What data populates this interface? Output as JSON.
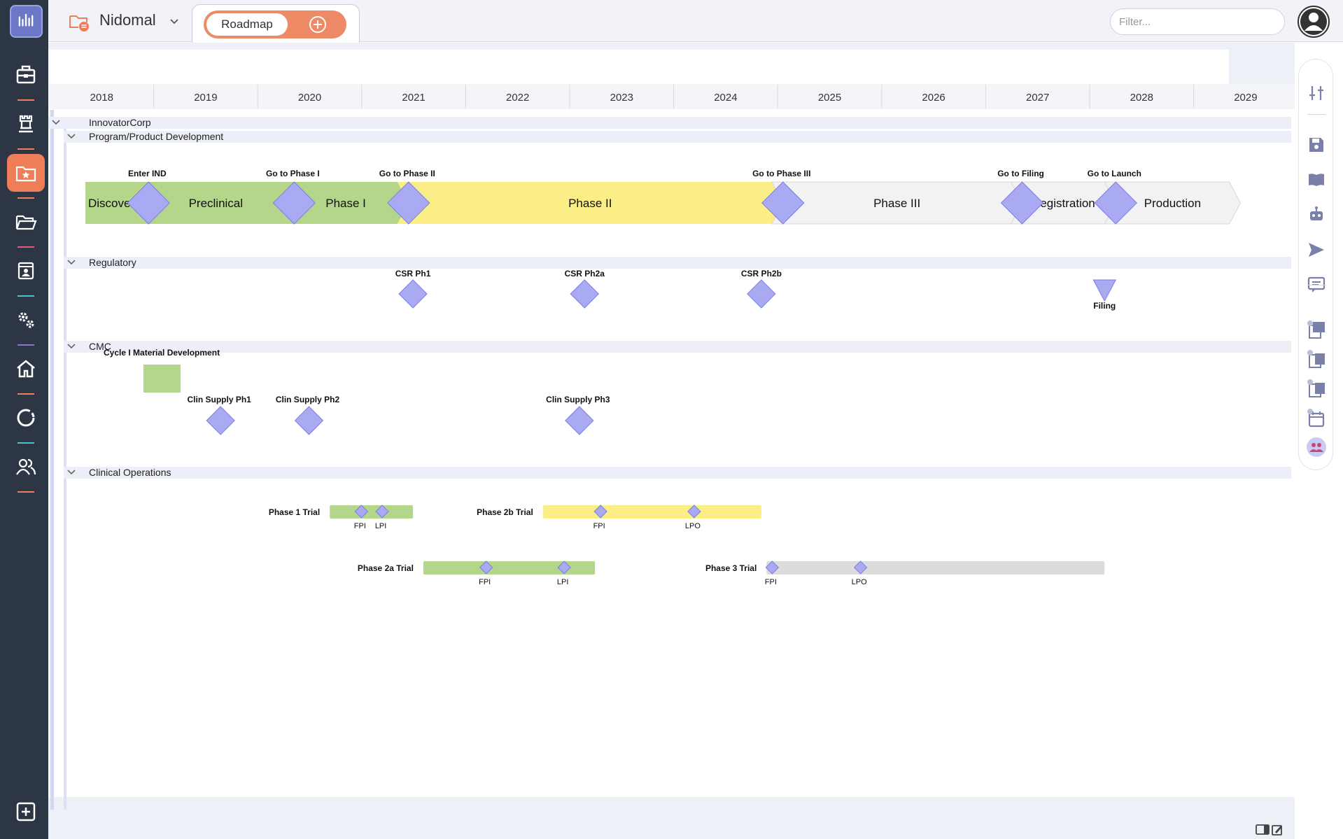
{
  "header": {
    "project_name": "Nidomal",
    "tab_label": "Roadmap",
    "filter_placeholder": "Filter..."
  },
  "colors": {
    "nav_bg": "#2c3645",
    "accent": "#ef7e58",
    "green_bar": "#b3d68a",
    "yellow_bar": "#fbee86",
    "gray_bar": "#dcdcdc",
    "milestone": "#a9aaf2",
    "milestone_border": "#7c7ee6"
  },
  "nav_items": [
    {
      "name": "briefcase-icon",
      "line": "#ef7e58"
    },
    {
      "name": "chess-rook-icon",
      "line": "#ef7e58"
    },
    {
      "name": "star-folder-icon",
      "line": "#ef7e58",
      "active": true
    },
    {
      "name": "open-folder-icon",
      "line": "#e85a7a"
    },
    {
      "name": "calendar-user-icon",
      "line": "#4fc0d0"
    },
    {
      "name": "gears-icon",
      "line": "#9b6fd0"
    },
    {
      "name": "home-icon",
      "line": "#ef7e58"
    },
    {
      "name": "refresh-icon",
      "line": "#4fc0d0"
    },
    {
      "name": "users-icon",
      "line": "#ef7e58"
    }
  ],
  "years": [
    "2018",
    "2019",
    "2020",
    "2021",
    "2022",
    "2023",
    "2024",
    "2025",
    "2026",
    "2027",
    "2028",
    "2029"
  ],
  "groups": [
    {
      "label": "InnovatorCorp"
    },
    {
      "label": "Program/Product Development"
    },
    {
      "label": "Regulatory"
    },
    {
      "label": "CMC"
    },
    {
      "label": "Clinical Operations"
    }
  ],
  "phases": [
    {
      "label": "Discovery",
      "color": "green",
      "start": 2018.0,
      "end": 2018.5
    },
    {
      "label": "Preclinical",
      "color": "green",
      "start": 2018.5,
      "end": 2019.9
    },
    {
      "label": "Phase I",
      "color": "green",
      "start": 2019.9,
      "end": 2021.0
    },
    {
      "label": "Phase II",
      "color": "yellow",
      "start": 2021.0,
      "end": 2024.6
    },
    {
      "label": "Phase III",
      "color": "white",
      "start": 2024.6,
      "end": 2026.9
    },
    {
      "label": "Registration",
      "color": "white",
      "start": 2026.9,
      "end": 2027.8
    },
    {
      "label": "Production",
      "color": "white",
      "start": 2027.8,
      "end": 2029.0
    }
  ],
  "gates": [
    {
      "label": "Enter IND",
      "at": 2018.5
    },
    {
      "label": "Go to Phase I",
      "at": 2019.9
    },
    {
      "label": "Go to Phase II",
      "at": 2021.0
    },
    {
      "label": "Go to Phase III",
      "at": 2024.6
    },
    {
      "label": "Go to Filing",
      "at": 2026.9
    },
    {
      "label": "Go to Launch",
      "at": 2027.8
    }
  ],
  "regulatory": [
    {
      "label": "CSR Ph1",
      "at": 2021.15,
      "shape": "diamond"
    },
    {
      "label": "CSR Ph2a",
      "at": 2022.8,
      "shape": "diamond"
    },
    {
      "label": "CSR Ph2b",
      "at": 2024.5,
      "shape": "diamond"
    },
    {
      "label": "Filing",
      "at": 2027.8,
      "shape": "triangle"
    }
  ],
  "cmc": {
    "box_label": "Cycle I Material Development",
    "box_start": 2018.4,
    "box_end": 2018.75,
    "milestones": [
      {
        "label": "Clin Supply Ph1",
        "at": 2019.3
      },
      {
        "label": "Clin Supply Ph2",
        "at": 2020.15
      },
      {
        "label": "Clin Supply Ph3",
        "at": 2022.75
      }
    ]
  },
  "trials": [
    {
      "label": "Phase 1 Trial",
      "color": "green",
      "start": 2020.35,
      "end": 2021.15,
      "row": 0,
      "points": [
        {
          "label": "FPI",
          "at": 2020.6
        },
        {
          "label": "LPI",
          "at": 2020.8
        }
      ]
    },
    {
      "label": "Phase 2b Trial",
      "color": "yellow",
      "start": 2022.4,
      "end": 2024.5,
      "row": 0,
      "points": [
        {
          "label": "FPI",
          "at": 2022.9
        },
        {
          "label": "LPO",
          "at": 2023.8
        }
      ]
    },
    {
      "label": "Phase 2a Trial",
      "color": "green",
      "start": 2021.25,
      "end": 2022.9,
      "row": 1,
      "points": [
        {
          "label": "FPI",
          "at": 2021.8
        },
        {
          "label": "LPI",
          "at": 2022.55
        }
      ]
    },
    {
      "label": "Phase 3 Trial",
      "color": "gray",
      "start": 2024.55,
      "end": 2027.8,
      "row": 1,
      "points": [
        {
          "label": "FPI",
          "at": 2024.55
        },
        {
          "label": "LPO",
          "at": 2025.4
        }
      ]
    }
  ],
  "right_toolbar": [
    "sliders-icon",
    "save-icon",
    "book-icon",
    "robot-icon",
    "send-icon",
    "comment-icon",
    "pdf-icon",
    "powerpoint-icon",
    "excel-icon",
    "calendar-icon",
    "team-icon"
  ]
}
